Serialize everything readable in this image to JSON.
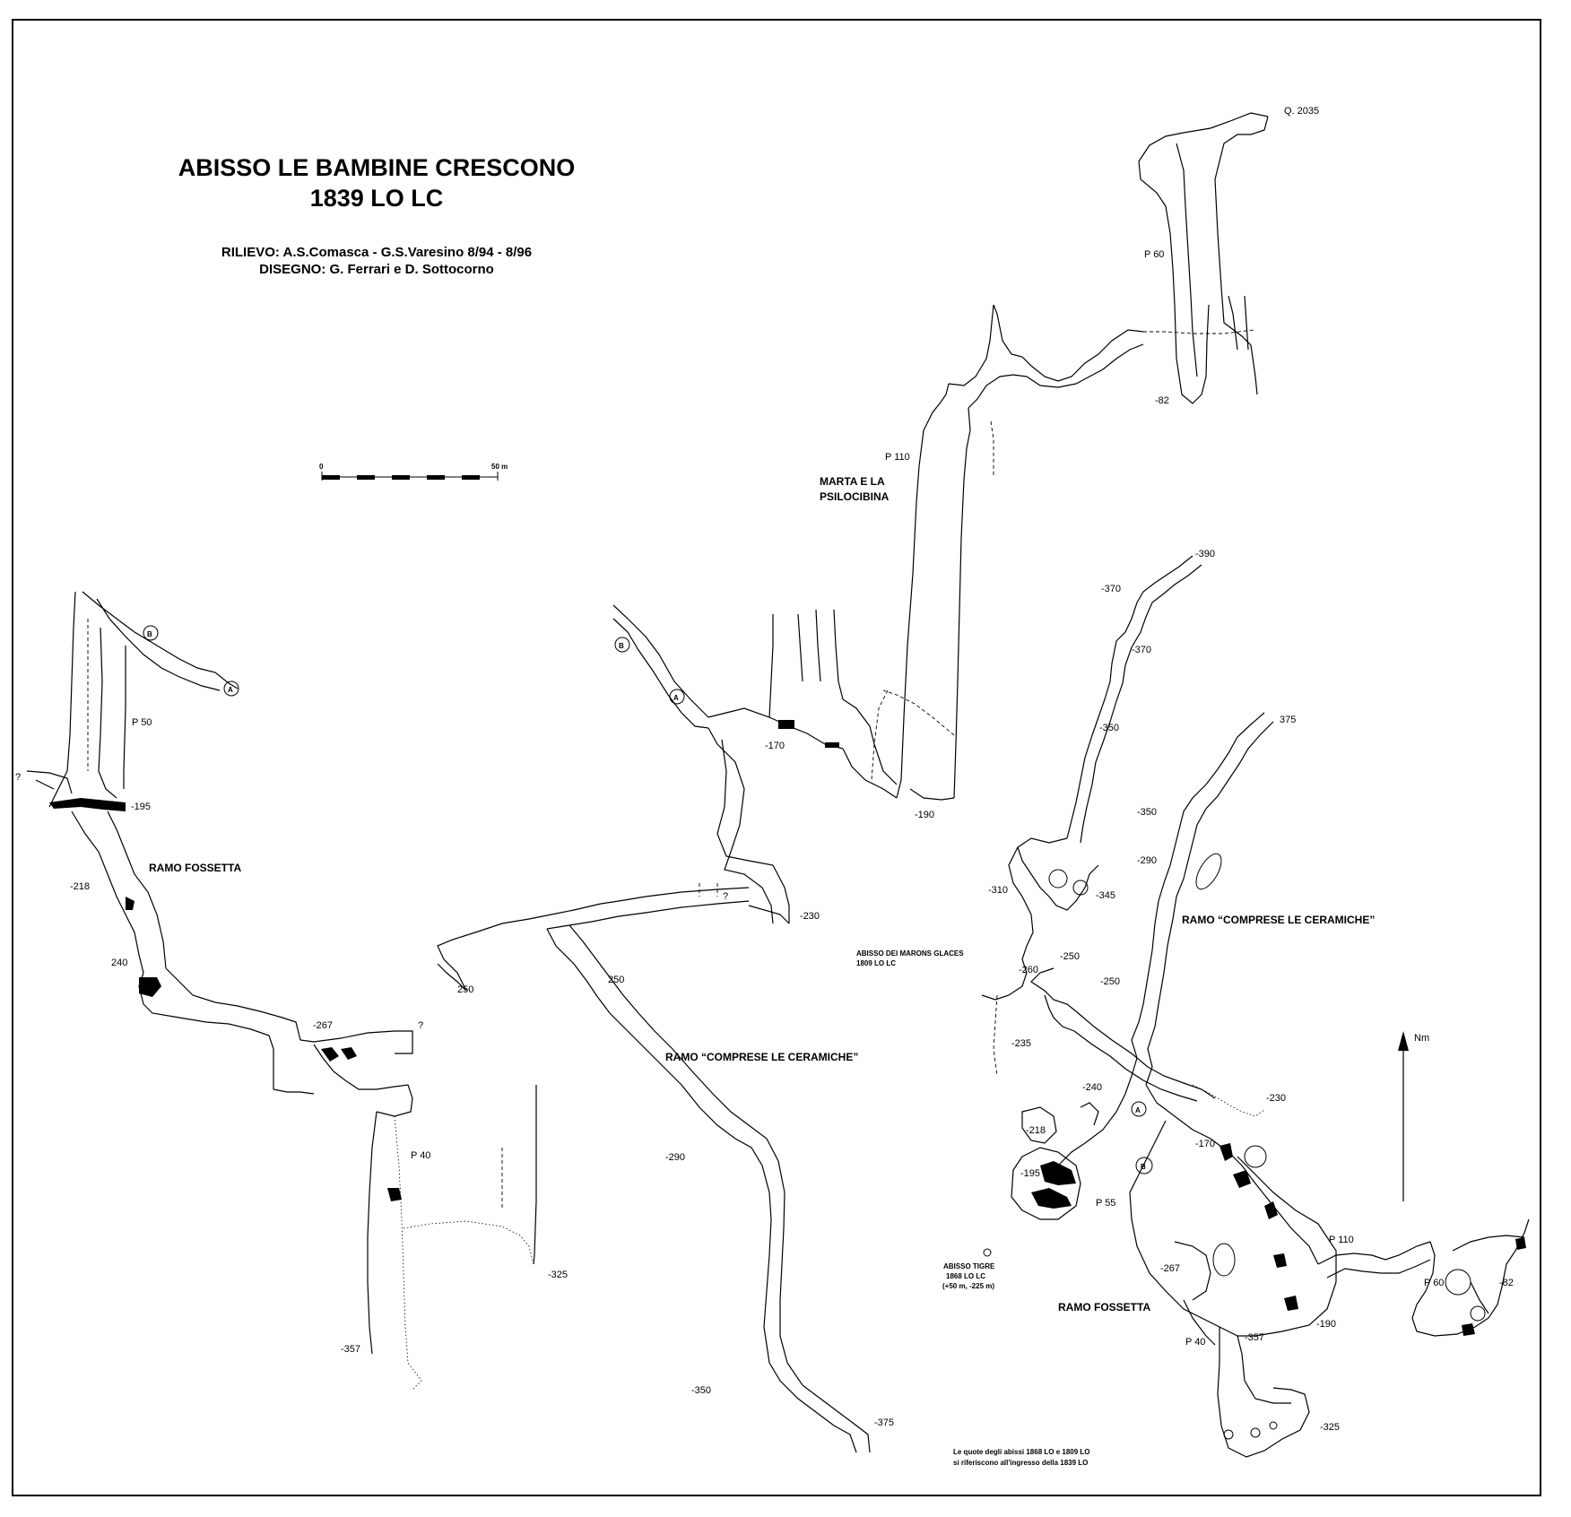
{
  "title": {
    "line1": "ABISSO LE BAMBINE CRESCONO",
    "line2": "1839 LO LC"
  },
  "credits": {
    "survey": "RILIEVO:  A.S.Comasca - G.S.Varesino 8/94 - 8/96",
    "drawing": "DISEGNO: G. Ferrari e D. Sottocorno"
  },
  "scale_bar": {
    "start_label": "0",
    "end_label": "50 m"
  },
  "north_arrow": {
    "label": "Nm"
  },
  "section_labels": {
    "entrance_quota": "Q. 2035",
    "p60": "P 60",
    "m82": "-82",
    "p110": "P 110",
    "marta_1": "MARTA E LA",
    "marta_2": "PSILOCIBINA",
    "m170": "-170",
    "m190": "-190",
    "m230": "-230",
    "m250a": "250",
    "m250b": "250",
    "ramo_ceramiche": "RAMO “COMPRESE LE CERAMICHE”",
    "m290": "-290",
    "m350": "-350",
    "m375": "-375",
    "p50": "P 50",
    "m195": "-195",
    "ramo_fossetta": "RAMO FOSSETTA",
    "m218": "-218",
    "m240": "240",
    "m267": "-267",
    "p40": "P 40",
    "m325": "-325",
    "m357": "-357",
    "q1": "?",
    "q2": "?",
    "q3": "?",
    "point_a": "A",
    "point_b": "B"
  },
  "plan_labels": {
    "m390": "-390",
    "m370a": "-370",
    "m370b": "-370",
    "m350a": "-350",
    "p375": "375",
    "m350b": "-350",
    "m290": "-290",
    "m310": "-310",
    "m345": "-345",
    "ramo_ceramiche": "RAMO “COMPRESE LE CERAMICHE”",
    "marons_1": "ABISSO DEI MARONS GLACES",
    "marons_2": "1809 LO LC",
    "m250a": "-250",
    "m260": "-260",
    "m250b": "-250",
    "m235": "-235",
    "m240": "-240",
    "m230": "-230",
    "m218": "-218",
    "m170": "-170",
    "m195": "-195",
    "p55": "P 55",
    "p110": "P 110",
    "tigre_1": "ABISSO TIGRE",
    "tigre_2": "1868 LO LC",
    "tigre_3": "(+50 m, -225 m)",
    "m267": "-267",
    "ramo_fossetta": "RAMO FOSSETTA",
    "p60": "P 60",
    "m82": "-82",
    "m357": "-357",
    "m190": "-190",
    "p40": "P 40",
    "m325": "-325",
    "point_a": "A",
    "point_b": "B"
  },
  "footnote": {
    "line1": "Le quote degli abissi 1868 LO e 1809 LO",
    "line2": "si riferiscono all'ingresso della 1839 LO"
  }
}
